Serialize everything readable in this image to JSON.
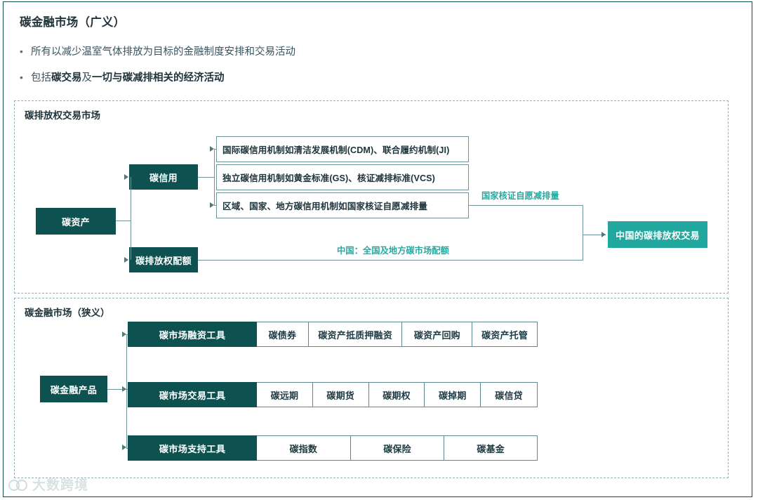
{
  "header": {
    "title": "碳金融市场（广义）",
    "bullets": [
      {
        "mark": "•",
        "text": "所有以减少温室气体排放为目标的金融制度安排和交易活动",
        "bold_parts": []
      },
      {
        "mark": "•",
        "prefix": "包括",
        "bold1": "碳交易",
        "mid": "及",
        "bold2": "一切与碳减排相关的经济活动",
        "text": "包括碳交易及一切与碳减排相关的经济活动"
      }
    ]
  },
  "section_top": {
    "title": "碳排放权交易市场",
    "root": "碳资产",
    "branch_credit": "碳信用",
    "branch_quota": "碳排放权配额",
    "credit_items": [
      "国际碳信用机制如清洁发展机制(CDM)、联合履约机制(JI)",
      "独立碳信用机制如黄金标准(GS)、核证减排标准(VCS)",
      "区域、国家、地方碳信用机制如国家核证自愿减排量"
    ],
    "edge_label_ccer": "国家核证自愿减排量",
    "edge_label_quota": "中国：全国及地方碳市场配额",
    "result": "中国的碳排放权交易"
  },
  "section_bottom": {
    "title": "碳金融市场（狭义）",
    "root": "碳金融产品",
    "rows": [
      {
        "head": "碳市场融资工具",
        "cells": [
          "碳债券",
          "碳资产抵质押融资",
          "碳资产回购",
          "碳资产托管"
        ]
      },
      {
        "head": "碳市场交易工具",
        "cells": [
          "碳远期",
          "碳期货",
          "碳期权",
          "碳掉期",
          "碳信贷"
        ]
      },
      {
        "head": "碳市场支持工具",
        "cells": [
          "碳指数",
          "碳保险",
          "碳基金"
        ]
      }
    ]
  },
  "watermark": {
    "text": "大数跨境"
  },
  "colors": {
    "dark_teal": "#0d5250",
    "teal": "#21a79e",
    "line": "#6f9499",
    "dashed": "#8fb0b4",
    "text_dark": "#20343c",
    "label_teal": "#2aa9a2"
  }
}
